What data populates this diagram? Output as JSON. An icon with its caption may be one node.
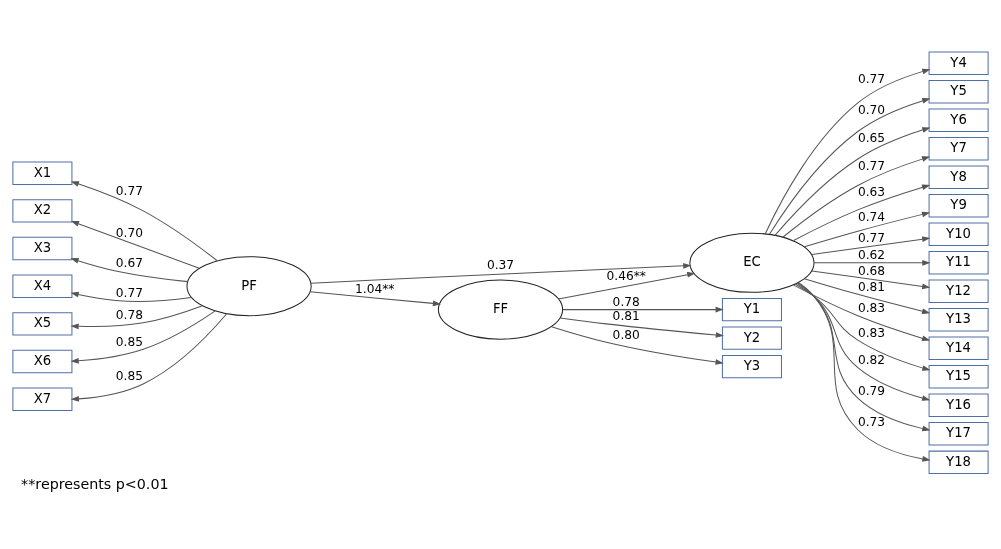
{
  "diagram": {
    "caption": "**represents p<0.01",
    "nodes": [
      {
        "text": [
          "X1"
        ]
      },
      {
        "text": [
          "X2"
        ]
      },
      {
        "text": [
          "X3"
        ]
      },
      {
        "text": [
          "X4"
        ]
      },
      {
        "text": [
          "X5"
        ]
      },
      {
        "text": [
          "X6"
        ]
      },
      {
        "text": [
          "X7"
        ]
      },
      {
        "text": [
          "PF"
        ]
      },
      {
        "text": [
          "EC"
        ]
      },
      {
        "text": [
          "FF"
        ]
      },
      {
        "text": [
          "Y1"
        ]
      },
      {
        "text": [
          "Y2"
        ]
      },
      {
        "text": [
          "Y3"
        ]
      },
      {
        "text": [
          "Y4"
        ]
      },
      {
        "text": [
          "Y5"
        ]
      },
      {
        "text": [
          "Y6"
        ]
      },
      {
        "text": [
          "Y7"
        ]
      },
      {
        "text": [
          "Y8"
        ]
      },
      {
        "text": [
          "Y9"
        ]
      },
      {
        "text": [
          "Y10"
        ]
      },
      {
        "text": [
          "Y11"
        ]
      },
      {
        "text": [
          "Y12"
        ]
      },
      {
        "text": [
          "Y13"
        ]
      },
      {
        "text": [
          "Y14"
        ]
      },
      {
        "text": [
          "Y15"
        ]
      },
      {
        "text": [
          "Y16"
        ]
      },
      {
        "text": [
          "Y17"
        ]
      },
      {
        "text": [
          "Y18"
        ]
      }
    ],
    "edges": [
      {
        "from": 7,
        "to": 0,
        "arrow": "to",
        "label": "0.77"
      },
      {
        "from": 7,
        "to": 1,
        "arrow": "to",
        "label": "0.70"
      },
      {
        "from": 7,
        "to": 2,
        "arrow": "to",
        "label": "0.67"
      },
      {
        "from": 7,
        "to": 3,
        "arrow": "to",
        "label": "0.77"
      },
      {
        "from": 7,
        "to": 4,
        "arrow": "to",
        "label": "0.78"
      },
      {
        "from": 7,
        "to": 5,
        "arrow": "to",
        "label": "0.85"
      },
      {
        "from": 7,
        "to": 6,
        "arrow": "to",
        "label": "0.85"
      },
      {
        "from": 7,
        "to": 8,
        "arrow": "to",
        "label": "0.37"
      },
      {
        "from": 7,
        "to": 9,
        "arrow": "to",
        "label": "1.04**"
      },
      {
        "from": 9,
        "to": 8,
        "arrow": "to",
        "label": "0.46**"
      },
      {
        "from": 9,
        "to": 10,
        "arrow": "to",
        "label": "0.78"
      },
      {
        "from": 9,
        "to": 11,
        "arrow": "to",
        "label": "0.81"
      },
      {
        "from": 9,
        "to": 12,
        "arrow": "to",
        "label": "0.80"
      },
      {
        "from": 8,
        "to": 13,
        "arrow": "to",
        "label": "0.77"
      },
      {
        "from": 8,
        "to": 14,
        "arrow": "to",
        "label": "0.70"
      },
      {
        "from": 8,
        "to": 15,
        "arrow": "to",
        "label": "0.65"
      },
      {
        "from": 8,
        "to": 16,
        "arrow": "to",
        "label": "0.77"
      },
      {
        "from": 8,
        "to": 17,
        "arrow": "to",
        "label": "0.63"
      },
      {
        "from": 8,
        "to": 18,
        "arrow": "to",
        "label": "0.74"
      },
      {
        "from": 8,
        "to": 19,
        "arrow": "to",
        "label": "0.77"
      },
      {
        "from": 8,
        "to": 20,
        "arrow": "to",
        "label": "0.62"
      },
      {
        "from": 8,
        "to": 21,
        "arrow": "to",
        "label": "0.68"
      },
      {
        "from": 8,
        "to": 22,
        "arrow": "to",
        "label": "0.81"
      },
      {
        "from": 8,
        "to": 23,
        "arrow": "to",
        "label": "0.83"
      },
      {
        "from": 8,
        "to": 24,
        "arrow": "to",
        "label": "0.83"
      },
      {
        "from": 8,
        "to": 25,
        "arrow": "to",
        "label": "0.82"
      },
      {
        "from": 8,
        "to": 26,
        "arrow": "to",
        "label": "0.79"
      },
      {
        "from": 8,
        "to": 27,
        "arrow": "to",
        "label": "0.73"
      }
    ]
  }
}
